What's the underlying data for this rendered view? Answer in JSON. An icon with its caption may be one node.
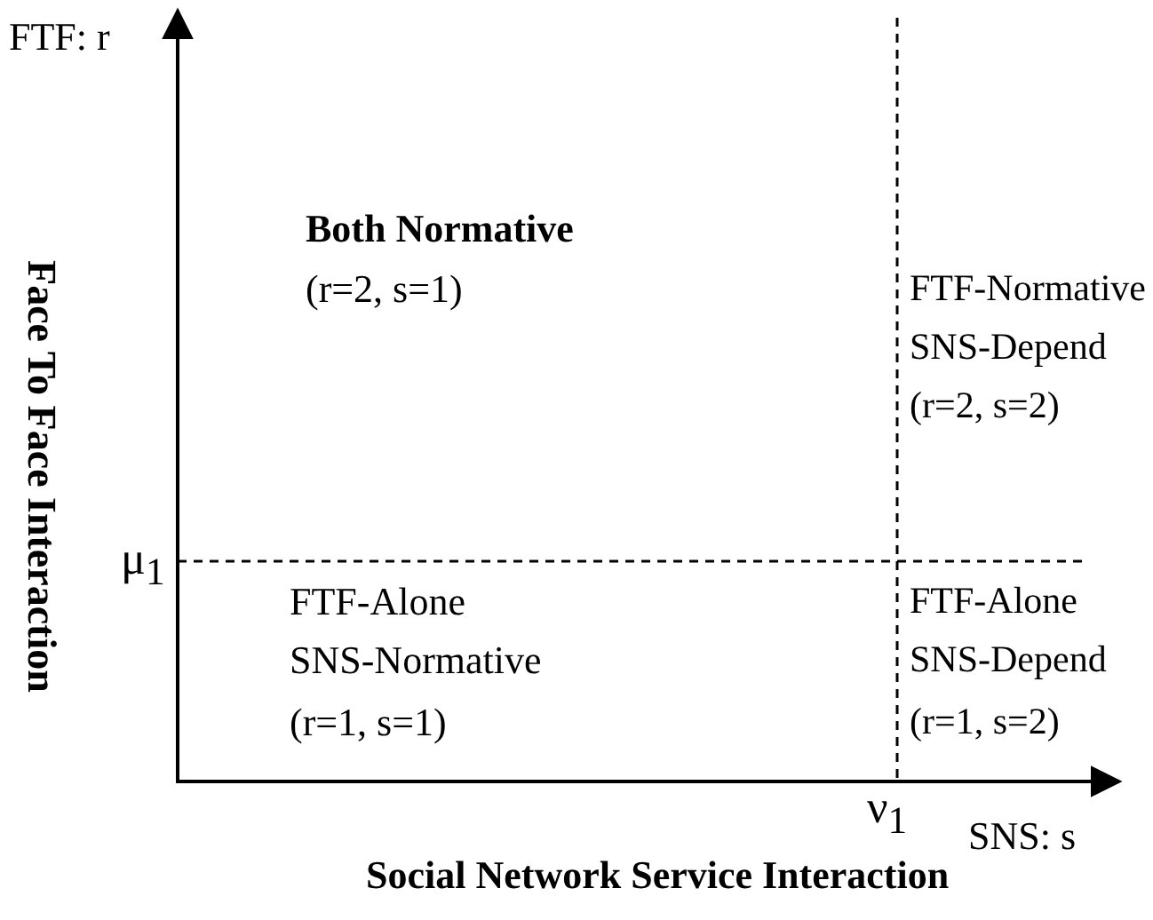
{
  "diagram": {
    "labels": [
      "FTF: r",
      "Face To Face Interaction",
      "Both Normative",
      "(r=2, s=1)",
      "FTF-Normative",
      "SNS-Depend",
      "(r=2, s=2)",
      "μ$_{1}$",
      "FTF-Alone",
      "SNS-Normative",
      "(r=1, s=1)",
      "FTF-Alone",
      "SNS-Depend",
      "(r=1, s=2)",
      "ν$_{1}$",
      "SNS: s",
      "Social Network Service Interaction"
    ]
  }
}
